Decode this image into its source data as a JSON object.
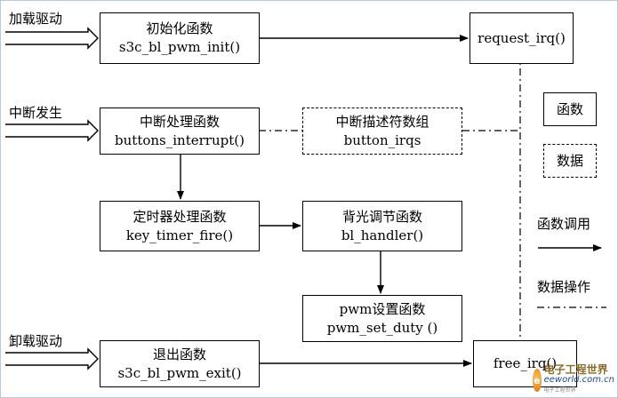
{
  "inputs": {
    "load": "加载驱动",
    "interrupt": "中断发生",
    "unload": "卸载驱动"
  },
  "boxes": {
    "init": {
      "title": "初始化函数",
      "func": "s3c_bl_pwm_init()"
    },
    "irq": {
      "title": "中断处理函数",
      "func": "buttons_interrupt()"
    },
    "desc": {
      "title": "中断描述符数组",
      "func": "button_irqs"
    },
    "timer": {
      "title": "定时器处理函数",
      "func": "key_timer_fire()"
    },
    "bl": {
      "title": "背光调节函数",
      "func": "bl_handler()"
    },
    "pwm": {
      "title": "pwm设置函数",
      "func": "pwm_set_duty ()"
    },
    "exit": {
      "title": "退出函数",
      "func": "s3c_bl_pwm_exit()"
    },
    "request": {
      "func": "request_irq()"
    },
    "free": {
      "func": "free_irq()"
    }
  },
  "legend": {
    "function": "函数",
    "data": "数据",
    "call": "函数调用",
    "data_op": "数据操作"
  },
  "watermark": {
    "logo": "e",
    "cn": "电子工程世界",
    "en": "eeworld.com.cn",
    "sub": "电子工程世界"
  }
}
